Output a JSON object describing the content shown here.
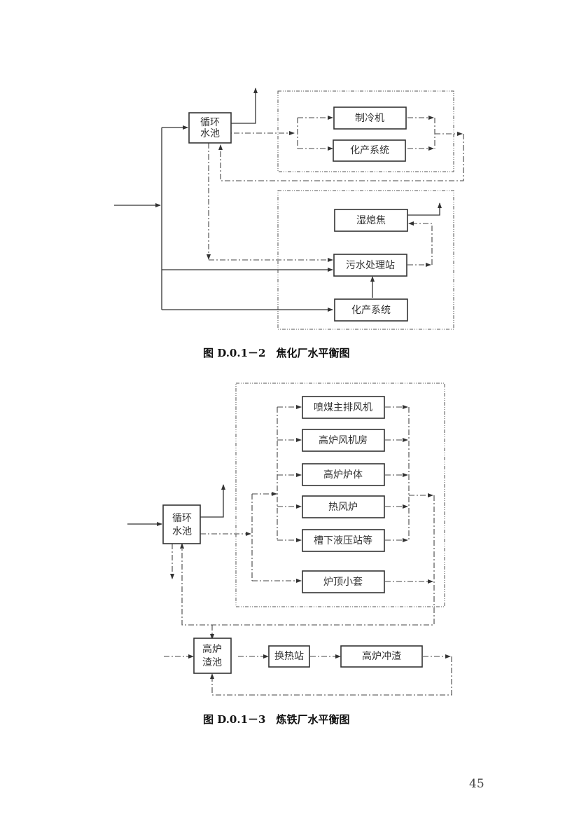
{
  "figure1": {
    "caption": "图 D.0.1－2　焦化厂水平衡图",
    "nodes": {
      "pool": [
        "循环",
        "水池"
      ],
      "refrigerator": "制冷机",
      "chemical_top": "化产系统",
      "wet_quench": "湿熄焦",
      "sewage": "污水处理站",
      "chemical_bottom": "化产系统"
    }
  },
  "figure2": {
    "caption": "图 D.0.1－3　炼铁厂水平衡图",
    "nodes": {
      "pool": [
        "循环",
        "水池"
      ],
      "coal_fan": "喷煤主排风机",
      "blower": "高炉风机房",
      "furnace_body": "高炉炉体",
      "hot_stove": "热风炉",
      "hydraulic": "槽下液压站等",
      "top_jacket": "炉顶小套",
      "slag_pool": [
        "高炉",
        "渣池"
      ],
      "heat_exchange": "换热站",
      "slag_flush": "高炉冲渣"
    }
  },
  "page_number": "45"
}
